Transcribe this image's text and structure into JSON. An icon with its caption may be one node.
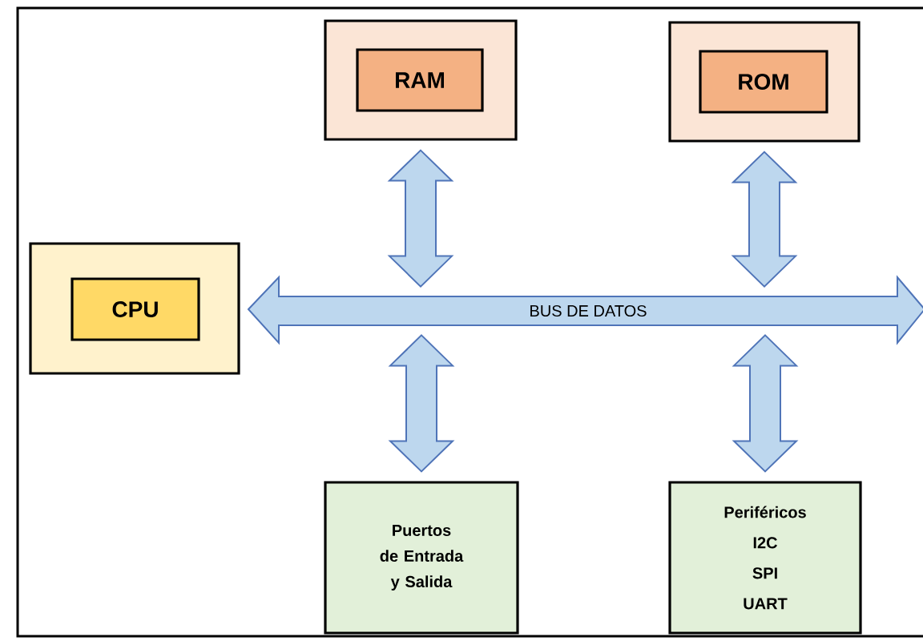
{
  "diagram": {
    "nodes": [
      {
        "text": [],
        "shape": "box"
      },
      {
        "text": [
          "RAM"
        ],
        "in": 0
      },
      {
        "text": [],
        "shape": "box"
      },
      {
        "text": [
          "ROM"
        ],
        "in": 2
      },
      {
        "text": [],
        "shape": "box"
      },
      {
        "text": [
          "CPU"
        ],
        "in": 4
      },
      {
        "text": [
          "BUS DE DATOS"
        ]
      },
      {
        "text": [
          "Puertos de Entrada y Salida"
        ]
      },
      {
        "text": [
          "Periféricos",
          "I2C",
          "SPI",
          "UART"
        ]
      }
    ],
    "edges": [
      {
        "from": 0,
        "to": 6,
        "arrow": "both"
      },
      {
        "from": 2,
        "to": 6,
        "arrow": "both"
      },
      {
        "from": 6,
        "to": 7,
        "arrow": "both"
      },
      {
        "from": 6,
        "to": 8,
        "arrow": "both"
      }
    ]
  }
}
